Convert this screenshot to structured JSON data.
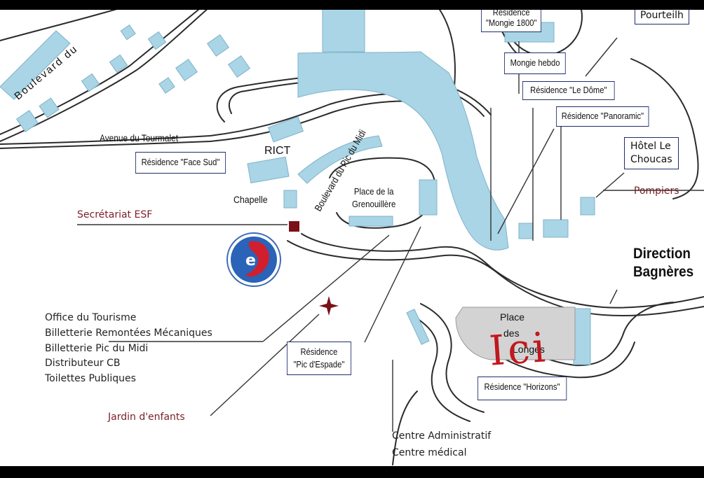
{
  "map": {
    "streets": {
      "boulevard_du": "Boulevard du",
      "avenue_tourmalet": "Avenue du Tourmalet",
      "boulevard_pic_du_midi": "Boulevard du Pic du Midi"
    },
    "places": {
      "rict": "RICT",
      "chapelle": "Chapelle",
      "grenouillere": "Place de la Grenouillère",
      "place_des_longes_1": "Place",
      "place_des_longes_2": "des",
      "place_des_longes_3": "Longes"
    },
    "boxes": {
      "mongie_1800_1": "Résidence",
      "mongie_1800_2": "\"Mongie 1800\"",
      "pourteilh": "Pourteilh",
      "mongie_hebdo": "Mongie hebdo",
      "le_dome": "Résidence \"Le Dôme\"",
      "panoramic": "Résidence \"Panoramic\"",
      "hotel_choucas_1": "Hôtel Le",
      "hotel_choucas_2": "Choucas",
      "face_sud": "Résidence \"Face Sud\"",
      "pic_espade_1": "Résidence",
      "pic_espade_2": "\"Pic d'Espade\"",
      "horizons": "Résidence \"Horizons\""
    },
    "annotations": {
      "pompiers": "Pompiers",
      "direction_1": "Direction",
      "direction_2": "Bagnères",
      "secretariat": "Secrétariat ESF",
      "services": [
        "Office du Tourisme",
        "Billetterie Remontées Mécaniques",
        "Billetterie Pic du Midi",
        "Distributeur CB",
        "Toilettes Publiques"
      ],
      "jardin": "Jardin d'enfants",
      "centre_admin": "Centre Administratif",
      "centre_medical": "Centre médical",
      "ici": "Ici"
    },
    "colors": {
      "building": "#a9d5e6",
      "road": "#333333",
      "square": "#d3d3d3",
      "accent_red": "#c0181e",
      "label_red": "#7a1f28",
      "box_border": "#1f2e6a"
    },
    "icons": [
      "esf-logo-icon",
      "compass-star-icon",
      "esf-marker-icon"
    ]
  }
}
